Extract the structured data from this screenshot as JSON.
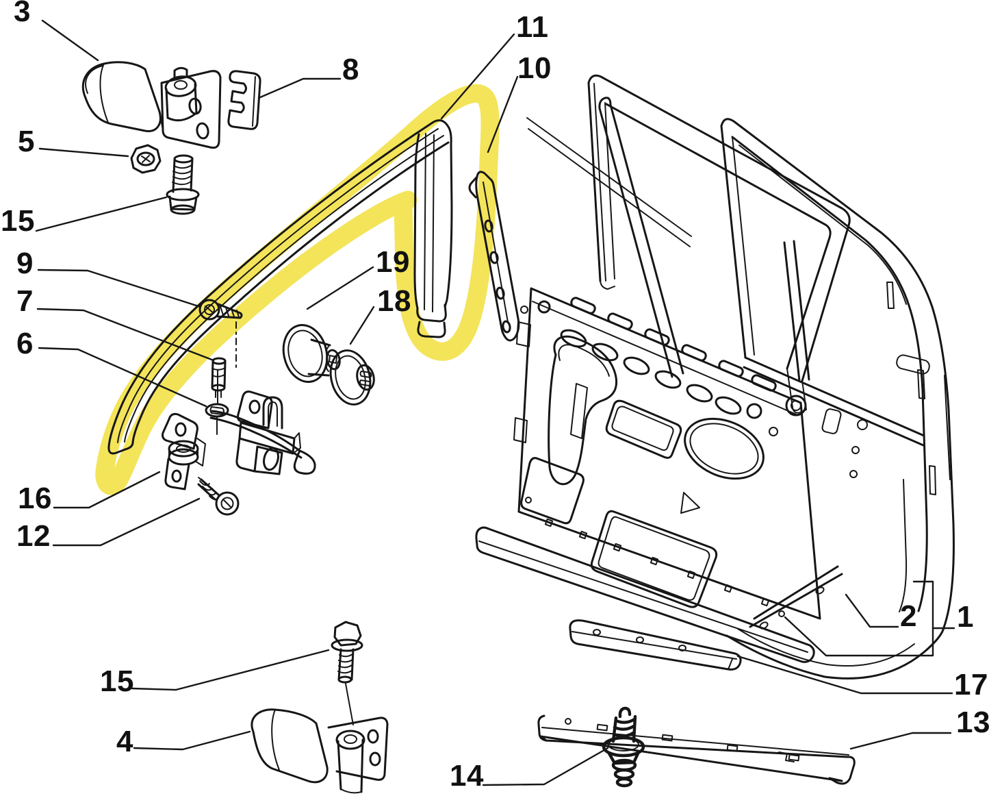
{
  "diagram": {
    "background_color": "#ffffff",
    "line_color": "#161616",
    "highlight_color": "#f2e148",
    "callouts": [
      {
        "label": "3"
      },
      {
        "label": "8"
      },
      {
        "label": "5"
      },
      {
        "label": "15"
      },
      {
        "label": "9"
      },
      {
        "label": "7"
      },
      {
        "label": "6"
      },
      {
        "label": "16"
      },
      {
        "label": "12"
      },
      {
        "label": "11"
      },
      {
        "label": "10"
      },
      {
        "label": "19"
      },
      {
        "label": "18"
      },
      {
        "label": "2"
      },
      {
        "label": "1"
      },
      {
        "label": "17"
      },
      {
        "label": "13"
      },
      {
        "label": "15"
      },
      {
        "label": "4"
      },
      {
        "label": "14"
      }
    ]
  }
}
